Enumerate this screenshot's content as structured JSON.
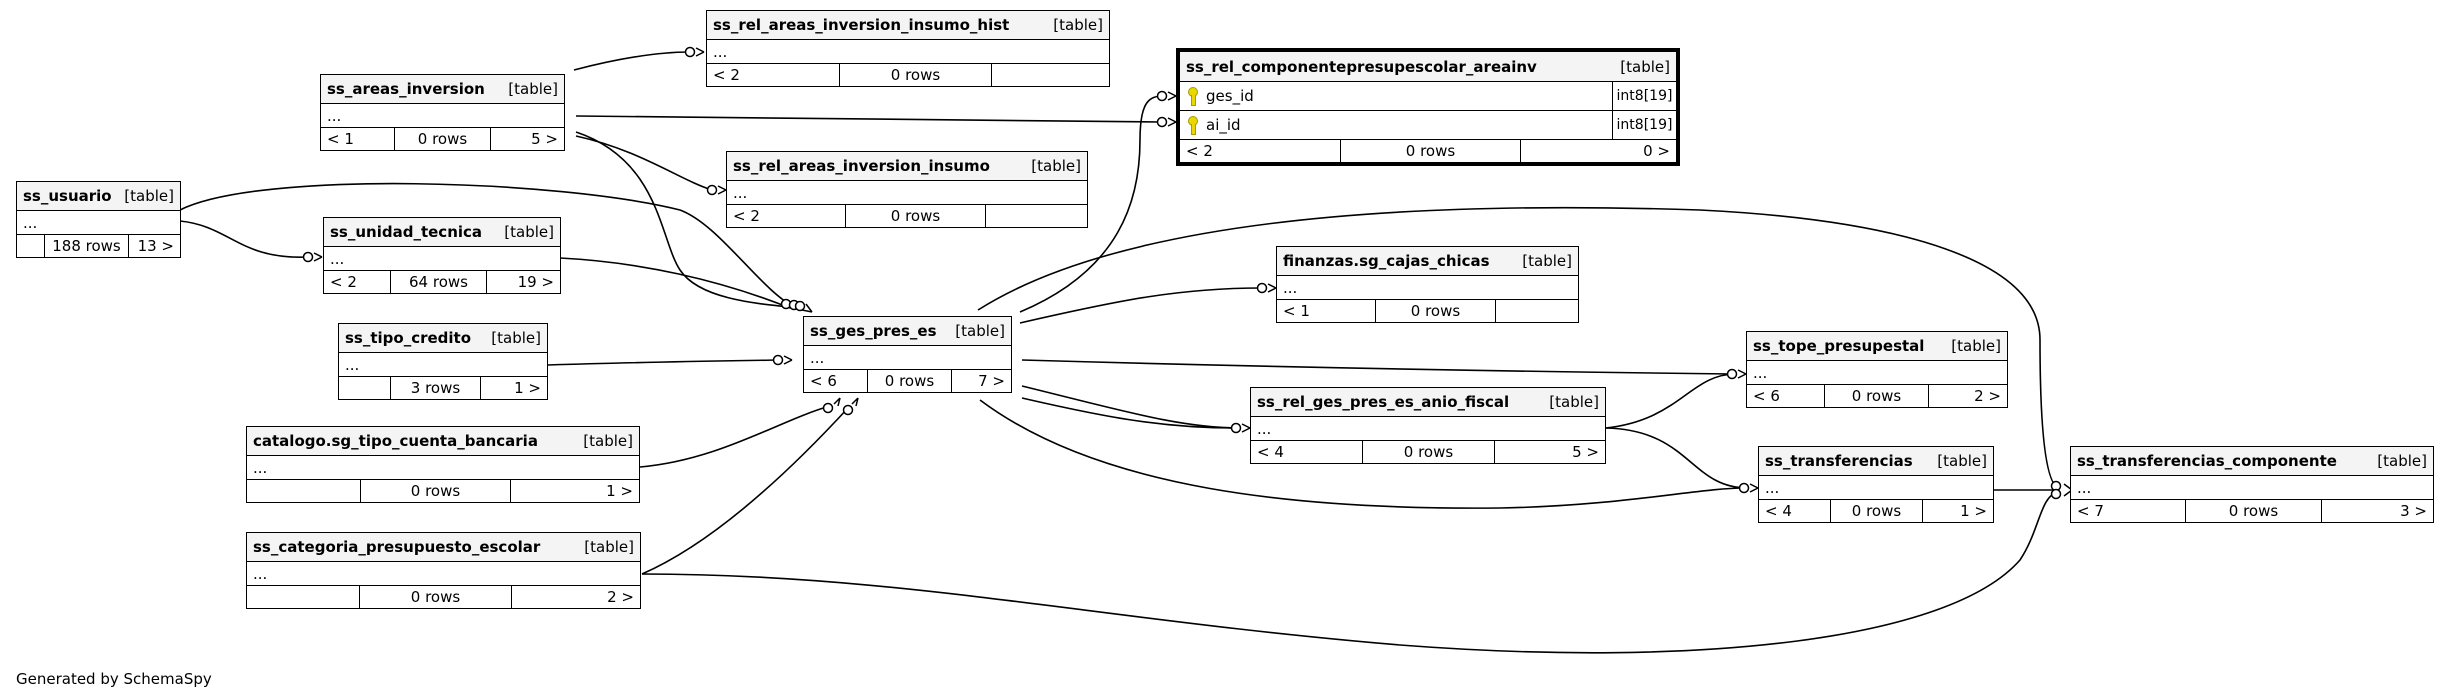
{
  "footer": "Generated by SchemaSpy",
  "tables": [
    {
      "id": "ss_rel_areas_inversion_insumo_hist",
      "name": "ss_rel_areas_inversion_insumo_hist",
      "type": "[table]",
      "body": "...",
      "parents": "< 2",
      "rows": "0 rows",
      "children": ""
    },
    {
      "id": "ss_rel_componentepresupescolar_areainv",
      "name": "ss_rel_componentepresupescolar_areainv",
      "type": "[table]",
      "focus": true,
      "fields": [
        {
          "name": "ges_id",
          "type": "int8[19]",
          "pk": true
        },
        {
          "name": "ai_id",
          "type": "int8[19]",
          "pk": true
        }
      ],
      "parents": "< 2",
      "rows": "0 rows",
      "children": "0 >"
    },
    {
      "id": "ss_areas_inversion",
      "name": "ss_areas_inversion",
      "type": "[table]",
      "body": "...",
      "parents": "< 1",
      "rows": "0 rows",
      "children": "5 >"
    },
    {
      "id": "ss_rel_areas_inversion_insumo",
      "name": "ss_rel_areas_inversion_insumo",
      "type": "[table]",
      "body": "...",
      "parents": "< 2",
      "rows": "0 rows",
      "children": ""
    },
    {
      "id": "ss_usuario",
      "name": "ss_usuario",
      "type": "[table]",
      "body": "...",
      "parents": "",
      "rows": "188 rows",
      "children": "13 >"
    },
    {
      "id": "ss_unidad_tecnica",
      "name": "ss_unidad_tecnica",
      "type": "[table]",
      "body": "...",
      "parents": "< 2",
      "rows": "64 rows",
      "children": "19 >"
    },
    {
      "id": "finanzas_sg_cajas_chicas",
      "name": "finanzas.sg_cajas_chicas",
      "type": "[table]",
      "body": "...",
      "parents": "< 1",
      "rows": "0 rows",
      "children": ""
    },
    {
      "id": "ss_tipo_credito",
      "name": "ss_tipo_credito",
      "type": "[table]",
      "body": "...",
      "parents": "",
      "rows": "3 rows",
      "children": "1 >"
    },
    {
      "id": "ss_ges_pres_es",
      "name": "ss_ges_pres_es",
      "type": "[table]",
      "body": "...",
      "parents": "< 6",
      "rows": "0 rows",
      "children": "7 >"
    },
    {
      "id": "ss_tope_presupestal",
      "name": "ss_tope_presupestal",
      "type": "[table]",
      "body": "...",
      "parents": "< 6",
      "rows": "0 rows",
      "children": "2 >"
    },
    {
      "id": "ss_rel_ges_pres_es_anio_fiscal",
      "name": "ss_rel_ges_pres_es_anio_fiscal",
      "type": "[table]",
      "body": "...",
      "parents": "< 4",
      "rows": "0 rows",
      "children": "5 >"
    },
    {
      "id": "catalogo_sg_tipo_cuenta_bancaria",
      "name": "catalogo.sg_tipo_cuenta_bancaria",
      "type": "[table]",
      "body": "...",
      "parents": "",
      "rows": "0 rows",
      "children": "1 >"
    },
    {
      "id": "ss_transferencias",
      "name": "ss_transferencias",
      "type": "[table]",
      "body": "...",
      "parents": "< 4",
      "rows": "0 rows",
      "children": "1 >"
    },
    {
      "id": "ss_transferencias_componente",
      "name": "ss_transferencias_componente",
      "type": "[table]",
      "body": "...",
      "parents": "< 7",
      "rows": "0 rows",
      "children": "3 >"
    },
    {
      "id": "ss_categoria_presupuesto_escolar",
      "name": "ss_categoria_presupuesto_escolar",
      "type": "[table]",
      "body": "...",
      "parents": "",
      "rows": "0 rows",
      "children": "2 >"
    }
  ],
  "relationships": [
    {
      "from": "ss_areas_inversion",
      "to": "ss_rel_areas_inversion_insumo_hist"
    },
    {
      "from": "ss_areas_inversion",
      "to": "ss_rel_componentepresupescolar_areainv"
    },
    {
      "from": "ss_areas_inversion",
      "to": "ss_rel_areas_inversion_insumo"
    },
    {
      "from": "ss_areas_inversion",
      "to": "ss_ges_pres_es"
    },
    {
      "from": "ss_usuario",
      "to": "ss_unidad_tecnica"
    },
    {
      "from": "ss_usuario",
      "to": "ss_ges_pres_es"
    },
    {
      "from": "ss_unidad_tecnica",
      "to": "ss_ges_pres_es"
    },
    {
      "from": "ss_tipo_credito",
      "to": "ss_ges_pres_es"
    },
    {
      "from": "catalogo_sg_tipo_cuenta_bancaria",
      "to": "ss_ges_pres_es"
    },
    {
      "from": "ss_categoria_presupuesto_escolar",
      "to": "ss_ges_pres_es"
    },
    {
      "from": "ss_ges_pres_es",
      "to": "ss_rel_componentepresupescolar_areainv"
    },
    {
      "from": "ss_ges_pres_es",
      "to": "finanzas_sg_cajas_chicas"
    },
    {
      "from": "ss_ges_pres_es",
      "to": "ss_tope_presupestal"
    },
    {
      "from": "ss_ges_pres_es",
      "to": "ss_rel_ges_pres_es_anio_fiscal"
    },
    {
      "from": "ss_ges_pres_es",
      "to": "ss_transferencias"
    },
    {
      "from": "ss_ges_pres_es",
      "to": "ss_transferencias_componente"
    },
    {
      "from": "ss_rel_ges_pres_es_anio_fiscal",
      "to": "ss_tope_presupestal"
    },
    {
      "from": "ss_rel_ges_pres_es_anio_fiscal",
      "to": "ss_transferencias"
    },
    {
      "from": "ss_transferencias",
      "to": "ss_transferencias_componente"
    },
    {
      "from": "ss_categoria_presupuesto_escolar",
      "to": "ss_transferencias_componente"
    }
  ]
}
